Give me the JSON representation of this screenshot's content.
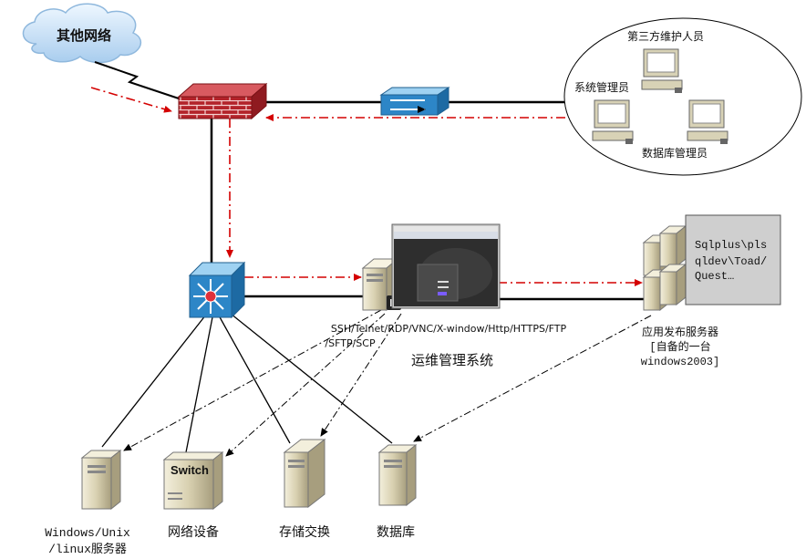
{
  "labels": {
    "cloud": "其他网络",
    "third_party": "第三方维护人员",
    "sysadmin": "系统管理员",
    "dba": "数据库管理员",
    "protocols_line1": "SSH/Telnet/RDP/VNC/X-window/Http/HTTPS/FTP",
    "protocols_line2": "/SFTP/SCP",
    "ops_system": "运维管理系统",
    "app_server_line1": "应用发布服务器",
    "app_server_line2": "[自备的一台",
    "app_server_line3": "windows2003]",
    "tools_line1": "Sqlplus\\pls",
    "tools_line2": "qldev\\Toad/",
    "tools_line3": "Quest…",
    "win_server_line1": "Windows/Unix",
    "win_server_line2": "/linux服务器",
    "switch_text": "Switch",
    "network_device": "网络设备",
    "storage": "存储交换",
    "database": "数据库"
  },
  "colors": {
    "red_dash": "#d40000",
    "line": "#000000",
    "cloud": "#cfe6fb",
    "firewall": "#b3232a",
    "switch_blue": "#2d86c7",
    "server_beige": "#d9d2b6",
    "panel_gray": "#cfcfcf"
  }
}
